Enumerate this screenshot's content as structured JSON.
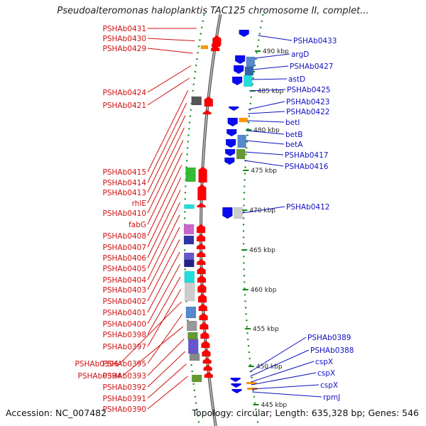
{
  "title": "Pseudoalteromonas haloplanktis TAC125 chromosome II, complet...",
  "footer": {
    "accession": "Accession: NC_007482",
    "summary": "Topology: circular; Length: 635,328 bp; Genes: 546"
  },
  "colors": {
    "left_label": "#d01010",
    "right_label": "#1010c0",
    "tick": "#118811",
    "backbone": "#888888",
    "gene_red": "#ff0000",
    "gene_blue": "#0a0af0",
    "gene_orange": "#ff9900"
  },
  "kbp_marks": [
    {
      "label": "490 kbp"
    },
    {
      "label": "485 kbp"
    },
    {
      "label": "480 kbp"
    },
    {
      "label": "475 kbp"
    },
    {
      "label": "470 kbp"
    },
    {
      "label": "465 kbp"
    },
    {
      "label": "460 kbp"
    },
    {
      "label": "455 kbp"
    },
    {
      "label": "450 kbp"
    },
    {
      "label": "445 kbp"
    }
  ],
  "left_labels": [
    "PSHAb0431",
    "PSHAb0430",
    "PSHAb0429",
    "PSHAb0424",
    "PSHAb0421",
    "PSHAb0415",
    "PSHAb0414",
    "PSHAb0413",
    "rhlE",
    "PSHAb0410",
    "fabG",
    "PSHAb0408",
    "PSHAb0407",
    "PSHAb0406",
    "PSHAb0405",
    "PSHAb0404",
    "PSHAb0403",
    "PSHAb0402",
    "PSHAb0401",
    "PSHAb0400",
    "PSHAb0398",
    "PSHAb0397",
    "PSHAb0396",
    "PSHAb0395",
    "PSHAb0394",
    "PSHAb0393",
    "PSHAb0392",
    "PSHAb0391",
    "PSHAb0390"
  ],
  "right_labels": [
    "PSHAb0433",
    "argD",
    "PSHAb0427",
    "astD",
    "PSHAb0425",
    "PSHAb0423",
    "PSHAb0422",
    "betI",
    "betB",
    "betA",
    "PSHAb0417",
    "PSHAb0416",
    "PSHAb0412",
    "PSHAb0389",
    "PSHAb0388",
    "cspX",
    "cspX",
    "cspX",
    "rpmJ"
  ]
}
